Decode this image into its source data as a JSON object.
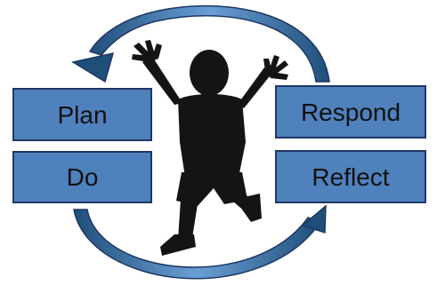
{
  "diagram": {
    "stages": [
      {
        "label": "Plan"
      },
      {
        "label": "Do"
      },
      {
        "label": "Respond"
      },
      {
        "label": "Reflect"
      }
    ],
    "colors": {
      "box_fill": "#4f81bd",
      "box_border": "#1f3864",
      "arrow_light": "#6a9fd6",
      "arrow_dark": "#1f4e79",
      "silhouette": "#141414"
    },
    "icons": {
      "center": "child-silhouette-icon",
      "top_arrow": "curved-arrow-left-icon",
      "bottom_arrow": "curved-arrow-right-icon"
    }
  }
}
